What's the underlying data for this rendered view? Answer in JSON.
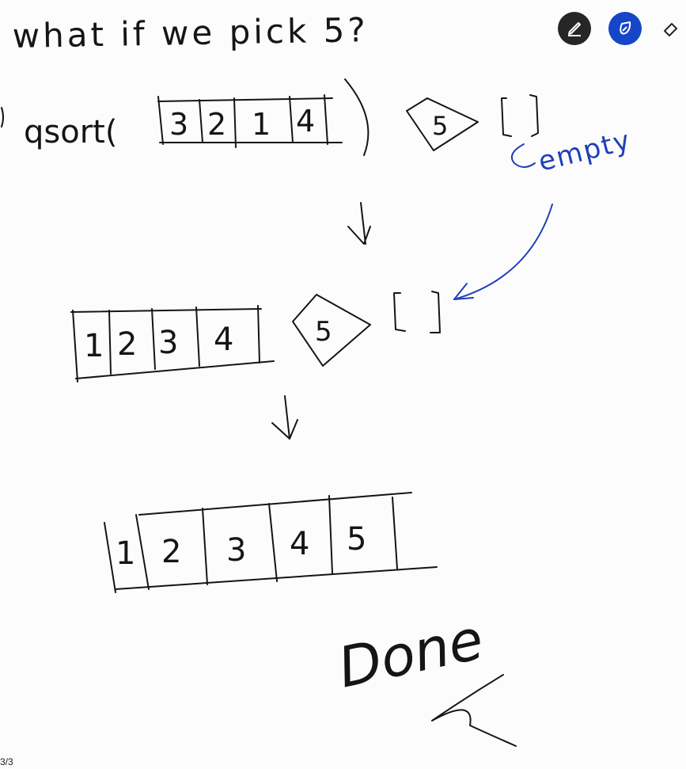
{
  "toolbar": {
    "tools": [
      {
        "name": "pen-tool",
        "icon": "pen-icon",
        "color": "#262626"
      },
      {
        "name": "highlighter-tool",
        "icon": "drop-icon",
        "color": "#1646c8"
      },
      {
        "name": "eraser-tool",
        "icon": "eraser-icon",
        "color": "#262626"
      }
    ]
  },
  "board": {
    "heading": "what if we pick 5?",
    "step1": {
      "call": "qsort(",
      "cells": [
        "3",
        "2",
        "1",
        "4"
      ],
      "pivot": "5",
      "right": "[ ]",
      "annotation": "empty"
    },
    "step2": {
      "cells": [
        "1",
        "2",
        "3",
        "4"
      ],
      "pivot": "5",
      "right": "[ ]"
    },
    "step3": {
      "cells": [
        "1",
        "2",
        "3",
        "4",
        "5"
      ]
    },
    "done": "Done"
  },
  "footer": {
    "page": "3/3"
  },
  "colors": {
    "ink": "#151515",
    "blue_ink": "#1f3fb8",
    "background": "#fcfcfc"
  }
}
